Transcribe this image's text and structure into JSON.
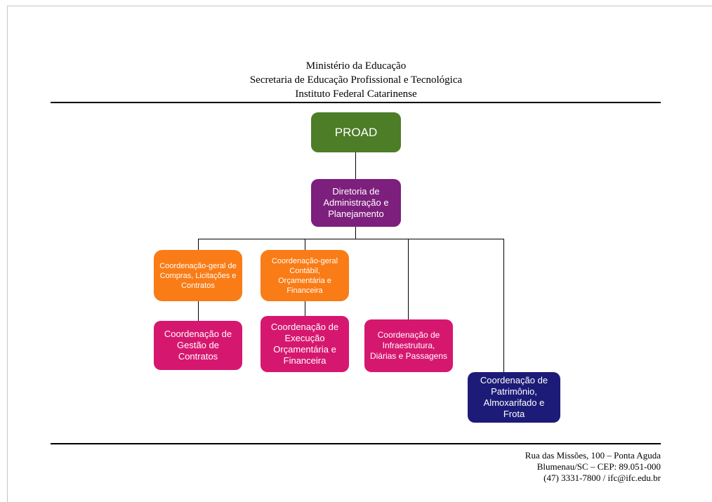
{
  "header": {
    "line1": "Ministério da Educação",
    "line2": "Secretaria de Educação Profissional e Tecnológica",
    "line3": "Instituto Federal Catarinense"
  },
  "chart": {
    "type": "org-chart",
    "nodes": {
      "proad": {
        "label": "PROAD",
        "color": "#4d7d27"
      },
      "diretoria": {
        "label": "Diretoria de Administração e Planejamento",
        "color": "#7d1f7d"
      },
      "cg_compras": {
        "label": "Coordenação-geral de Compras, Licitações e Contratos",
        "color": "#f97c16"
      },
      "cg_contabil": {
        "label": "Coordenação-geral Contábil, Orçamentária e Financeira",
        "color": "#f97c16"
      },
      "c_gestao": {
        "label": "Coordenação de Gestão de Contratos",
        "color": "#d6176f"
      },
      "c_execucao": {
        "label": "Coordenação de Execução Orçamentária e Financeira",
        "color": "#d6176f"
      },
      "c_infra": {
        "label": "Coordenação de Infraestrutura, Diárias e Passagens",
        "color": "#d6176f"
      },
      "c_patrimonio": {
        "label": "Coordenação de Patrimônio, Almoxarifado e Frota",
        "color": "#1c1c78"
      }
    },
    "structure": {
      "proad": [
        "diretoria"
      ],
      "diretoria": [
        "cg_compras",
        "cg_contabil",
        "c_infra",
        "c_patrimonio"
      ],
      "cg_compras": [
        "c_gestao"
      ],
      "cg_contabil": [
        "c_execucao"
      ]
    }
  },
  "footer": {
    "line1": "Rua das Missões, 100 – Ponta Aguda",
    "line2": "Blumenau/SC – CEP: 89.051-000",
    "line3": "(47) 3331-7800 / ifc@ifc.edu.br"
  }
}
